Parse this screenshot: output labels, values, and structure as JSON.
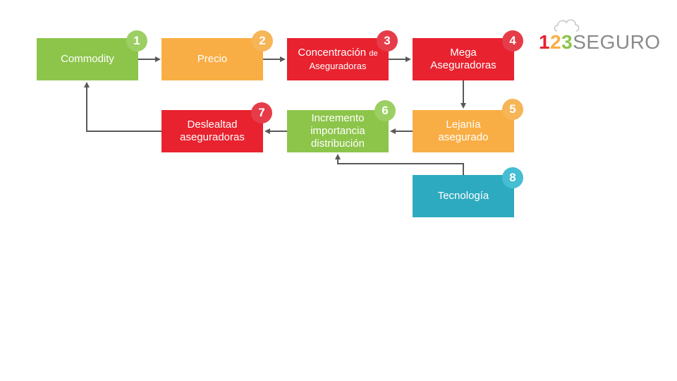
{
  "colors": {
    "green": "#8dc54b",
    "orange": "#f9ae45",
    "red": "#e8222f",
    "teal": "#2eaac0",
    "arrow": "#595959",
    "badge_green": "#9ccf63",
    "badge_orange": "#f6b556",
    "badge_red": "#e63c4a",
    "badge_teal": "#45bdd2",
    "logo_gray": "#8a8a8a",
    "logo_cloud": "#c8c8c8"
  },
  "nodes": {
    "commodity": {
      "label": "Commodity",
      "number": "1"
    },
    "precio": {
      "label": "Precio",
      "number": "2"
    },
    "concentracion": {
      "label": "Concentración",
      "label_de": "de",
      "label_line2": "Aseguradoras",
      "number": "3"
    },
    "mega": {
      "label": "Mega\nAseguradoras",
      "number": "4"
    },
    "lejania": {
      "label": "Lejanía\nasegurado",
      "number": "5"
    },
    "incremento": {
      "label": "Incremento\nimportancia\ndistribución",
      "number": "6"
    },
    "deslealtad": {
      "label": "Deslealtad\naseguradoras",
      "number": "7"
    },
    "tecnologia": {
      "label": "Tecnología",
      "number": "8"
    }
  },
  "logo": {
    "digit1": "1",
    "digit2": "2",
    "digit3": "3",
    "word": "SEGURO",
    "digit1_color": "#e8222f",
    "digit2_color": "#f9ae45",
    "digit3_color": "#8dc54b"
  }
}
